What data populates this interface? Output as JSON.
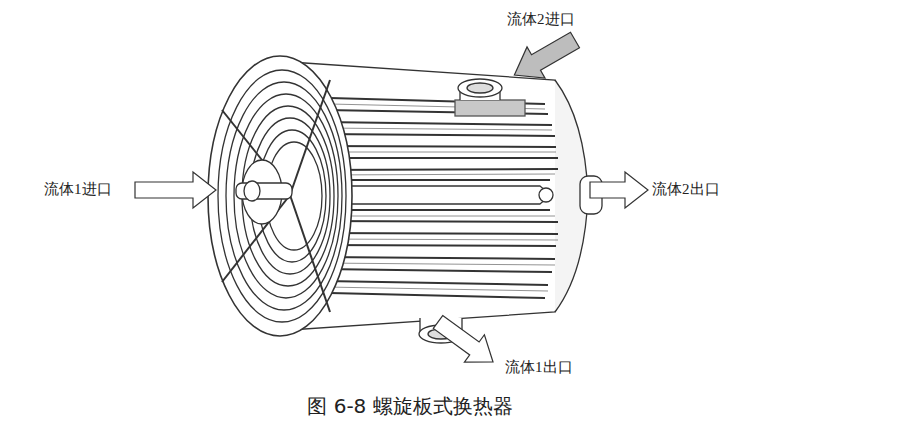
{
  "diagram": {
    "caption": "图 6-8 螺旋板式换热器",
    "labels": [
      "流体2进口",
      "流体1进口",
      "流体2出口",
      "流体1出口"
    ]
  }
}
